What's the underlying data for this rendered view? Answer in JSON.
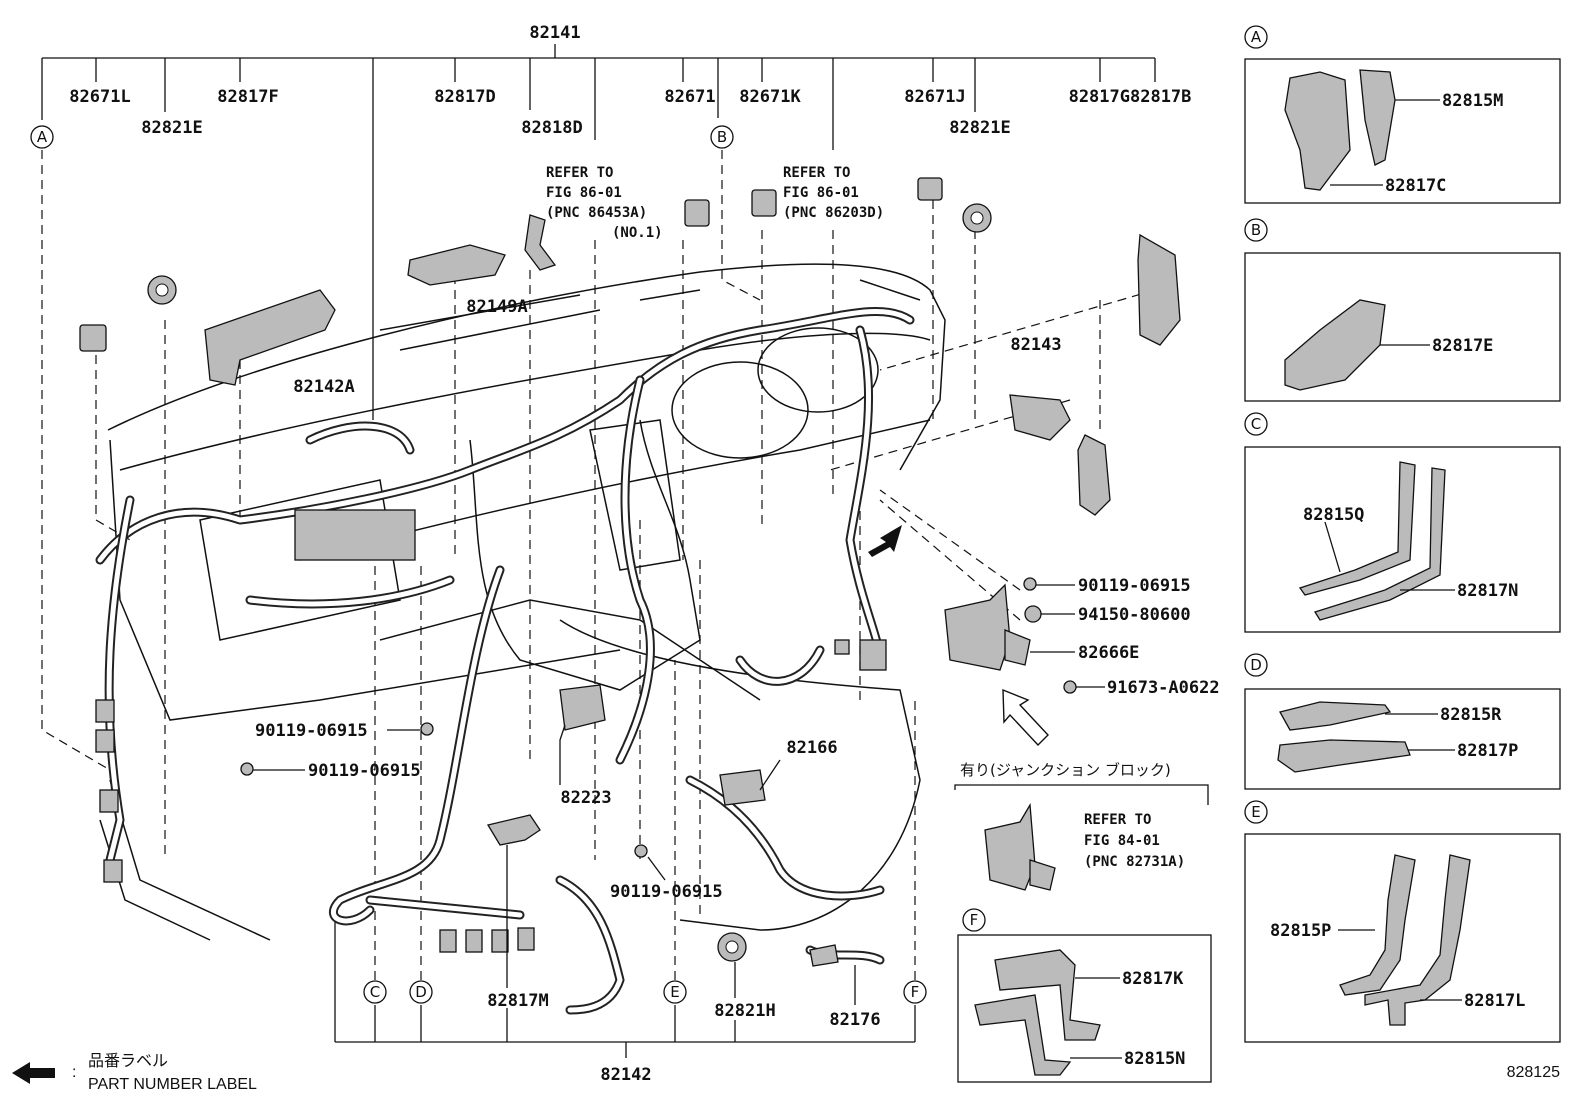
{
  "title_part": "82141",
  "bottom_part": "82142",
  "figure_number": "828125",
  "legend": {
    "jp": "品番ラベル",
    "en": "PART NUMBER LABEL"
  },
  "labels": {
    "p82671L": "82671L",
    "p82817F": "82817F",
    "p82817D": "82817D",
    "p82671": "82671",
    "p82671K": "82671K",
    "p82671J": "82671J",
    "p82817G82817B": "82817G82817B",
    "p82821E_left": "82821E",
    "p82821E_right": "82821E",
    "p82818D": "82818D",
    "p82149A": "82149A",
    "p82142A": "82142A",
    "p82143": "82143",
    "p90119_r": "90119-06915",
    "p94150": "94150-80600",
    "p82666E": "82666E",
    "p91673": "91673-A0622",
    "p90119_l1": "90119-06915",
    "p90119_l2": "90119-06915",
    "p90119_c": "90119-06915",
    "p82166": "82166",
    "p82223": "82223",
    "p82817M": "82817M",
    "p82821H": "82821H",
    "p82176": "82176"
  },
  "refers": {
    "left": {
      "l1": "REFER TO",
      "l2": "FIG 86-01",
      "l3": "(PNC 86453A)",
      "l4": "(NO.1)"
    },
    "mid": {
      "l1": "REFER TO",
      "l2": "FIG 86-01",
      "l3": "(PNC 86203D)"
    },
    "jb": {
      "l1": "REFER TO",
      "l2": "FIG 84-01",
      "l3": "(PNC 82731A)"
    }
  },
  "junction_block_note": "有り(ジャンクション ブロック)",
  "callouts": {
    "A": "A",
    "B": "B",
    "C": "C",
    "D": "D",
    "E": "E",
    "F": "F"
  },
  "insets": {
    "A": {
      "letter": "A",
      "parts": [
        "82815M",
        "82817C"
      ]
    },
    "B": {
      "letter": "B",
      "parts": [
        "82817E"
      ]
    },
    "C": {
      "letter": "C",
      "parts": [
        "82815Q",
        "82817N"
      ]
    },
    "D": {
      "letter": "D",
      "parts": [
        "82815R",
        "82817P"
      ]
    },
    "E": {
      "letter": "E",
      "parts": [
        "82815P",
        "82817L"
      ]
    },
    "F": {
      "letter": "F",
      "parts": [
        "82817K",
        "82815N"
      ]
    }
  }
}
